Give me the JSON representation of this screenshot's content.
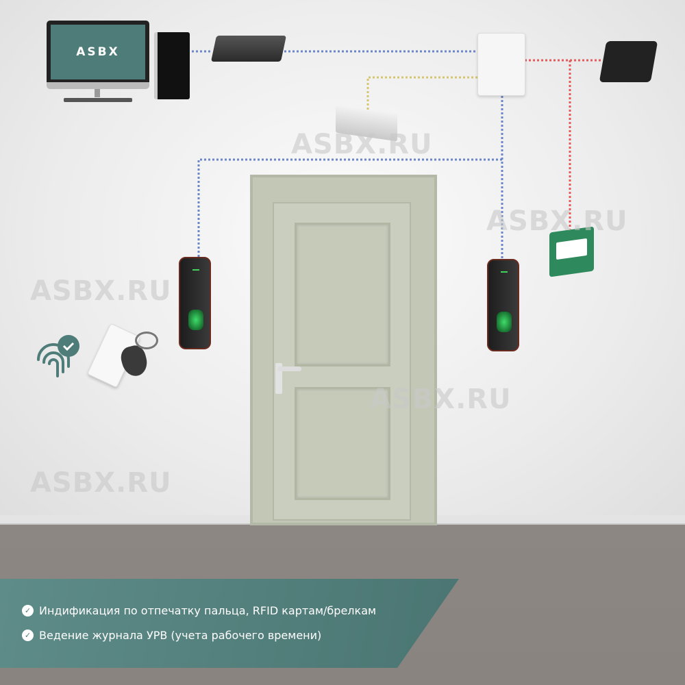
{
  "monitor": {
    "screen_text": "ASBX"
  },
  "watermark": "ASBX.RU",
  "features": [
    "Индификация по отпечатку пальца, RFID картам/брелкам",
    "Ведение журнала УРВ (учета рабочего времени)"
  ],
  "colors": {
    "data_line": "#6a86c9",
    "lock_line": "#d6c66e",
    "power_line": "#e35a5a",
    "accent": "#4e7c78"
  },
  "icons": [
    "checkmark-icon",
    "fingerprint-check-icon",
    "rfid-card-icon",
    "key-fob-icon"
  ]
}
